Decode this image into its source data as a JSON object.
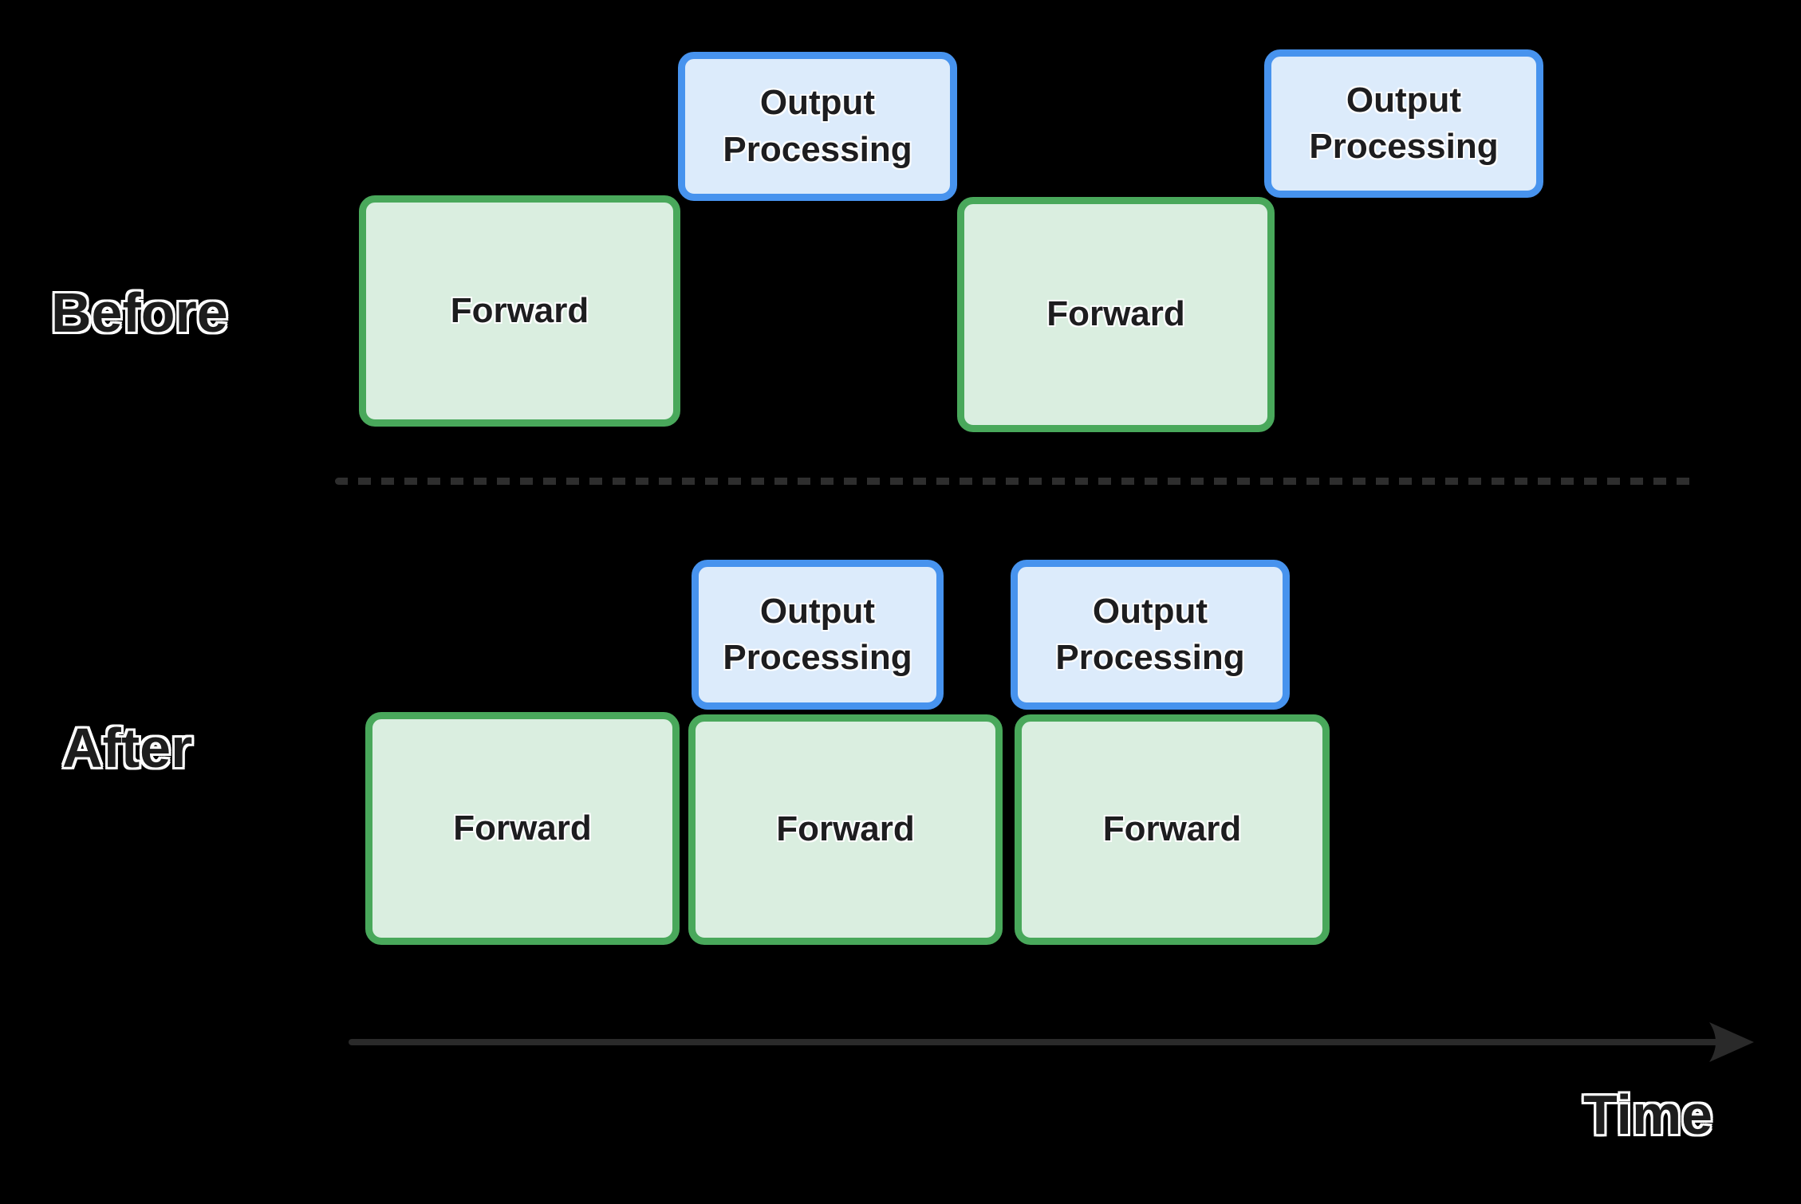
{
  "colors": {
    "background": "#000000",
    "green_fill": "#daeee0",
    "green_border": "#49a85b",
    "blue_fill": "#dcebfb",
    "blue_border": "#4793ee",
    "box_text": "#1d1d1f",
    "label_text": "#1d1d1d",
    "label_outline": "#ffffff",
    "axis_color": "#2a2a2a"
  },
  "before": {
    "label": "Before",
    "boxes": [
      {
        "kind": "forward",
        "label": "Forward"
      },
      {
        "kind": "output",
        "label": "Output Processing"
      },
      {
        "kind": "forward",
        "label": "Forward"
      },
      {
        "kind": "output",
        "label": "Output Processing"
      }
    ]
  },
  "after": {
    "label": "After",
    "boxes": [
      {
        "kind": "output",
        "label": "Output Processing"
      },
      {
        "kind": "output",
        "label": "Output Processing"
      },
      {
        "kind": "forward",
        "label": "Forward"
      },
      {
        "kind": "forward",
        "label": "Forward"
      },
      {
        "kind": "forward",
        "label": "Forward"
      }
    ]
  },
  "time_axis": {
    "label": "Time"
  }
}
